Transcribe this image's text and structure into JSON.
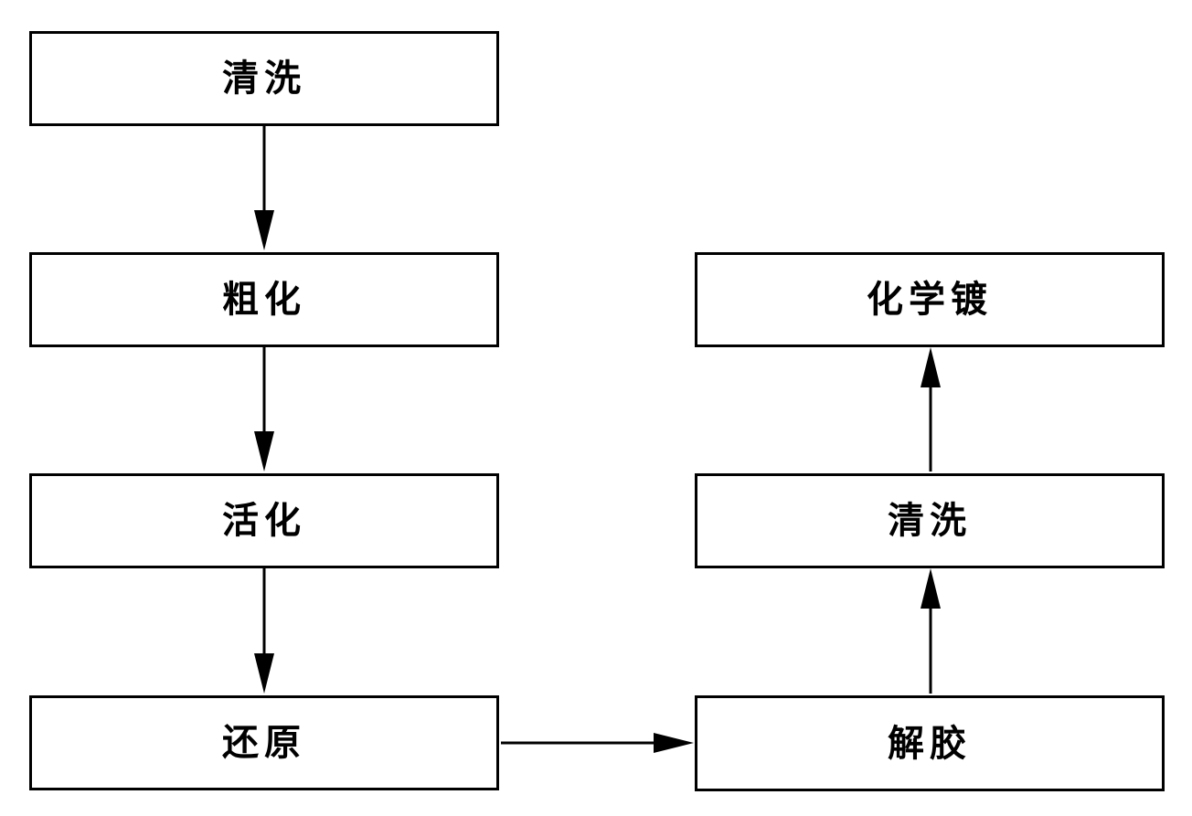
{
  "flowchart": {
    "steps": {
      "clean_1": "清洗",
      "roughen": "粗化",
      "activate": "活化",
      "reduce": "还原",
      "degum": "解胶",
      "clean_2": "清洗",
      "electroless_plating": "化学镀"
    },
    "line_color": "#000000"
  }
}
